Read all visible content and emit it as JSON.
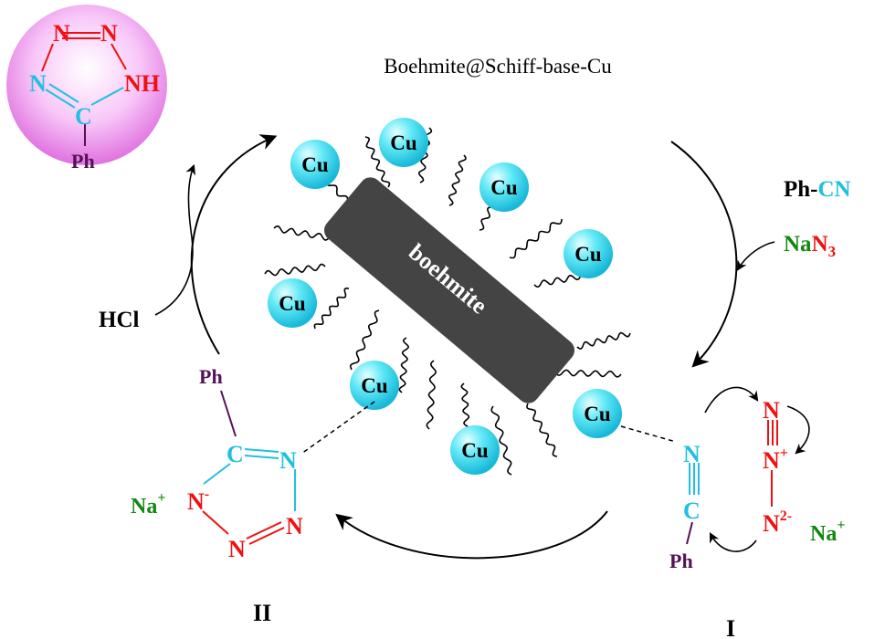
{
  "title": "Boehmite@Schiff-base-Cu",
  "support_label": "boehmite",
  "cu_label": "Cu",
  "product": {
    "N": "N",
    "NH": "NH",
    "C": "C",
    "Ph": "Ph"
  },
  "reagents": {
    "ph": "Ph-",
    "cn": "CN",
    "na": "Na",
    "n": "N",
    "sub3": "3",
    "hcl": "HCl"
  },
  "intermediate_I": {
    "label": "I",
    "N": "N",
    "C": "C",
    "Ph": "Ph",
    "plus": "+",
    "charge2": "2-",
    "na": "Na"
  },
  "intermediate_II": {
    "label": "II",
    "Ph": "Ph",
    "C": "C",
    "N": "N",
    "minus": "-",
    "na": "Na",
    "plus": "+"
  },
  "colors": {
    "cu_sphere": "#40e0f0",
    "boehmite": "#444444",
    "product_bubble": "#f090f0",
    "nitrile_cyan": "#20c0e0",
    "azide_red": "#ee1111",
    "sodium_green": "#118811",
    "phenyl_purple": "#551155"
  }
}
